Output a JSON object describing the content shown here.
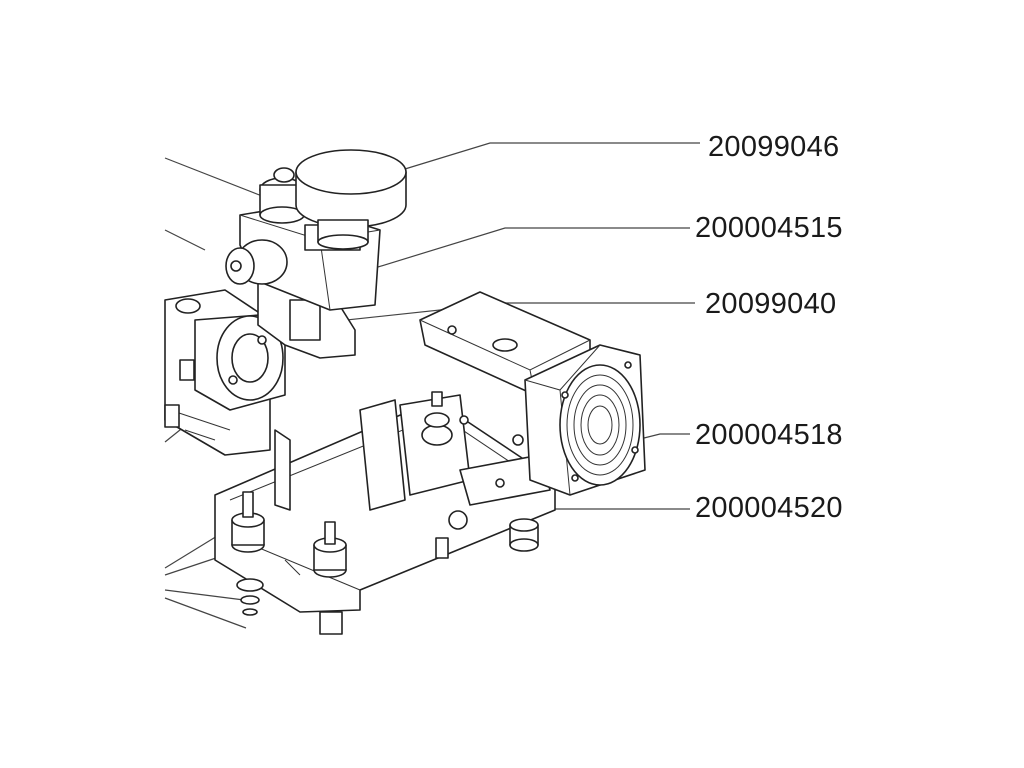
{
  "part_labels": [
    {
      "number": "20099046"
    },
    {
      "number": "200004515"
    },
    {
      "number": "20099040"
    },
    {
      "number": "200004518"
    },
    {
      "number": "200004520"
    }
  ]
}
